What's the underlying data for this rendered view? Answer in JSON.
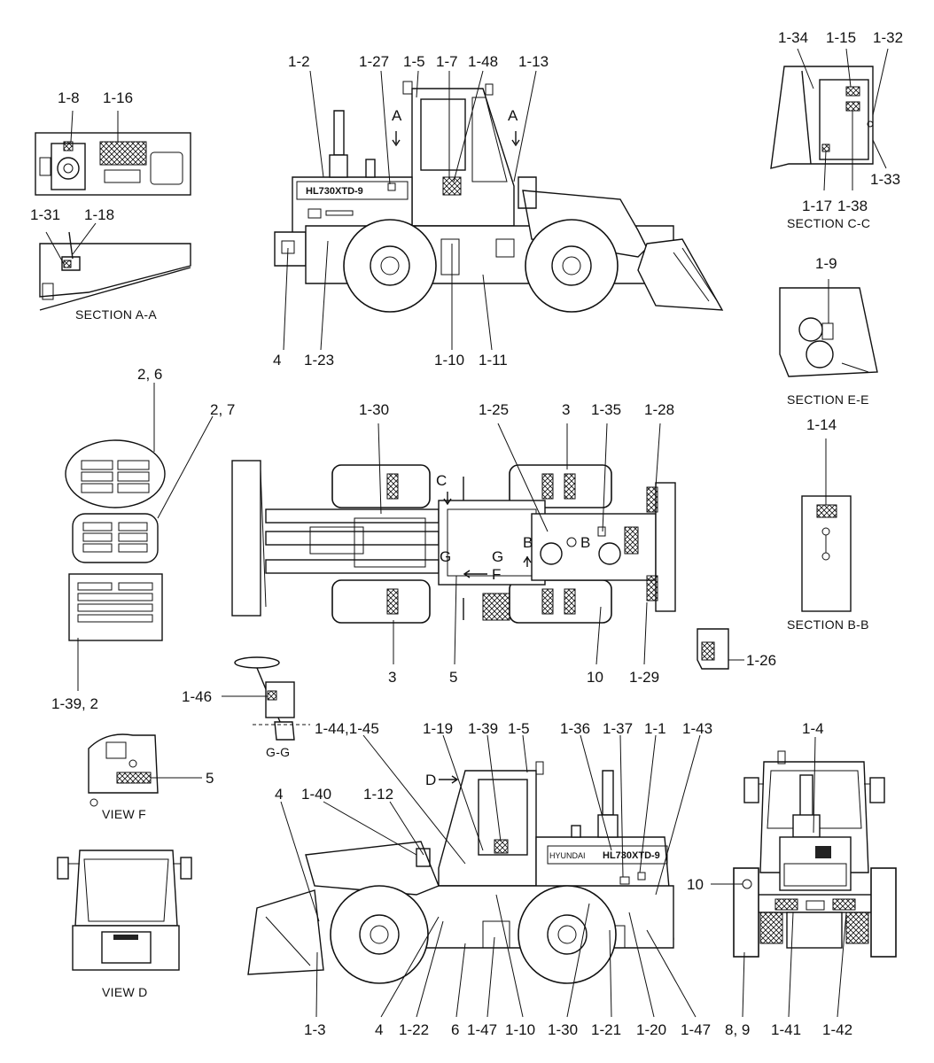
{
  "callouts": {
    "side_top": [
      "1-2",
      "1-27",
      "1-5",
      "1-7",
      "1-48",
      "1-13",
      "4",
      "1-23",
      "1-10",
      "1-11"
    ],
    "plan": [
      "1-30",
      "1-25",
      "3",
      "1-35",
      "1-28",
      "3",
      "5",
      "10",
      "1-29"
    ],
    "side_bottom": [
      "1-44,1-45",
      "1-19",
      "1-39",
      "1-5",
      "1-36",
      "1-37",
      "1-1",
      "1-43",
      "4",
      "1-40",
      "1-12",
      "1-3",
      "4",
      "1-22",
      "6",
      "1-47",
      "1-10",
      "1-30",
      "1-21",
      "1-20",
      "1-47"
    ],
    "rear": [
      "1-4",
      "10",
      "8, 9",
      "1-41",
      "1-42"
    ],
    "sec_aa": [
      "1-8",
      "1-16",
      "1-31",
      "1-18"
    ],
    "sec_cc": [
      "1-34",
      "1-15",
      "1-32",
      "1-33",
      "1-17",
      "1-38"
    ],
    "sec_ee": [
      "1-9"
    ],
    "sec_bb": [
      "1-14"
    ],
    "plates": [
      "2, 6",
      "2, 7",
      "1-39, 2"
    ],
    "detail_126": [
      "1-26"
    ],
    "sec_gg": [
      "1-46"
    ],
    "view_f": [
      "5"
    ]
  },
  "section_labels": {
    "aa": "SECTION A-A",
    "cc": "SECTION C-C",
    "ee": "SECTION E-E",
    "bb": "SECTION B-B",
    "gg": "G-G",
    "view_f": "VIEW F",
    "view_d": "VIEW D"
  },
  "markers": {
    "a_left": "A",
    "a_right": "A",
    "c": "C",
    "b1": "B",
    "b2": "B",
    "g1": "G",
    "g2": "G",
    "f": "F",
    "d": "D"
  },
  "decals": {
    "model_top": "HL730XTD-9",
    "model_bottom": "HL730XTD-9",
    "brand": "HYUNDAI"
  }
}
